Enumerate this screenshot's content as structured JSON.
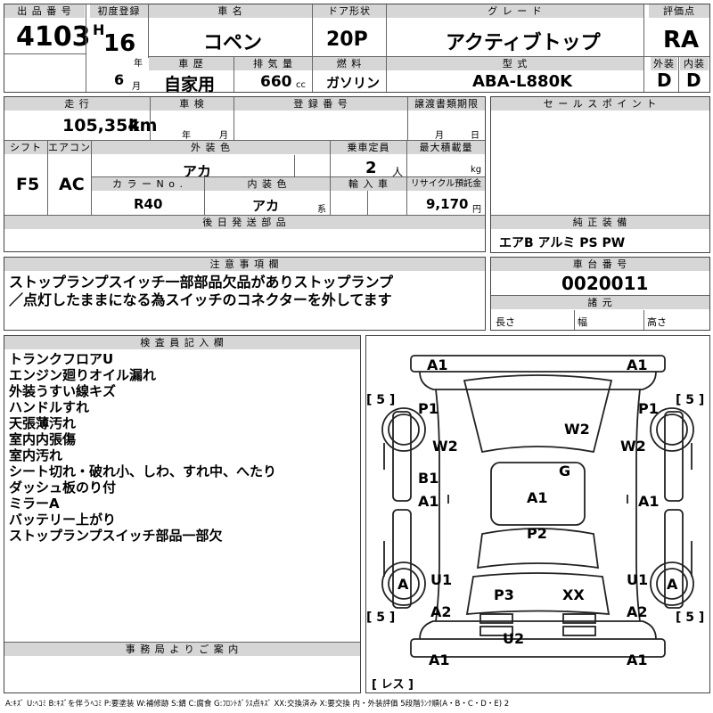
{
  "lot": {
    "header": "出 品 番 号",
    "value": "4103"
  },
  "first_reg": {
    "header": "初度登録",
    "era": "H",
    "year": "16",
    "year_unit": "年",
    "month": "6",
    "month_unit": "月"
  },
  "car_name": {
    "header": "車 名",
    "value": "コペン"
  },
  "door": {
    "header": "ドア形状",
    "value": "20P"
  },
  "grade": {
    "header": "グ レ ー ド",
    "value": "アクティブトップ"
  },
  "score": {
    "header": "評価点",
    "value": "RA"
  },
  "history": {
    "header": "車 歴",
    "value": "自家用"
  },
  "displacement": {
    "header": "排 気 量",
    "value": "660",
    "unit": "cc"
  },
  "fuel": {
    "header": "燃 料",
    "value": "ガソリン"
  },
  "model_code": {
    "header": "型 式",
    "value": "ABA-L880K"
  },
  "exterior_grade": {
    "header": "外装",
    "value": "D"
  },
  "interior_grade": {
    "header": "内装",
    "value": "D"
  },
  "mileage": {
    "header": "走 行",
    "value": "105,354",
    "unit": "km"
  },
  "inspection": {
    "header": "車 検",
    "year_unit": "年",
    "month_unit": "月"
  },
  "reg_number": {
    "header": "登 録 番 号"
  },
  "transfer_deadline": {
    "header": "譲渡書類期限",
    "month_unit": "月",
    "day_unit": "日"
  },
  "shift": {
    "header": "シフト",
    "value": "F5"
  },
  "aircon": {
    "header": "エアコン",
    "value": "AC"
  },
  "ext_color": {
    "header": "外 装 色",
    "value": "アカ"
  },
  "capacity": {
    "header": "乗車定員",
    "value": "2",
    "unit": "人"
  },
  "max_load": {
    "header": "最大積載量",
    "unit": "kg"
  },
  "color_no": {
    "header": "カ ラ ー N o .",
    "value": "R40"
  },
  "int_color": {
    "header": "内 装 色",
    "value": "アカ",
    "suffix": "系"
  },
  "import": {
    "header": "輸 入 車"
  },
  "recycle": {
    "header": "リサイクル預託金",
    "value": "9,170",
    "unit": "円"
  },
  "later_parts": {
    "header": "後 日 発 送 部 品"
  },
  "sales_point": {
    "header": "セ ー ル ス ポ イ ン ト"
  },
  "equipment": {
    "header": "純 正 装 備",
    "value": "エアB アルミ PS PW"
  },
  "caution": {
    "header": "注 意 事 項 欄",
    "lines": [
      "ストップランプスイッチ一部部品欠品がありストップランプ",
      "／点灯したままになる為スイッチのコネクターを外してます"
    ]
  },
  "chassis": {
    "header": "車 台 番 号",
    "value": "0020011"
  },
  "specs": {
    "header": "諸 元",
    "length": "長さ",
    "width": "幅",
    "height": "高さ"
  },
  "inspector": {
    "header": "検 査 員 記 入 欄",
    "lines": [
      "トランクフロアU",
      "エンジン廻りオイル漏れ",
      "外装うすい線キズ",
      "ハンドルすれ",
      "天張薄汚れ",
      "室内内張傷",
      "室内汚れ",
      "シート切れ・破れ小、しわ、すれ中、へたり",
      "ダッシュ板のり付",
      "ミラーA",
      "バッテリー上がり",
      "ストップランプスイッチ部品一部欠"
    ]
  },
  "office": {
    "header": "事 務 局 よ り ご 案 内"
  },
  "diagram": {
    "labels": [
      "A1",
      "A1",
      "P1",
      "P1",
      "W2",
      "W2",
      "W2",
      "G",
      "B1",
      "A1",
      "A1",
      "A1",
      "P2",
      "U1",
      "U1",
      "P3",
      "XX",
      "A2",
      "A2",
      "U2",
      "A1",
      "A1",
      "A",
      "A"
    ],
    "tire_tl": "[ 5 ]",
    "tire_tr": "[ 5 ]",
    "tire_bl": "[ 5 ]",
    "tire_br": "[ 5 ]",
    "spare": "[ レス ]"
  },
  "legend": "A:ｷｽﾞ U:ﾍｺﾐ B:ｷｽﾞを伴うﾍｺﾐ P:要塗装 W:補修跡 S:錆 C:腐食 G:ﾌﾛﾝﾄｶﾞﾗｽ点ｷｽﾞ XX:交換済み X:要交換 内・外装評価 5段階ﾗﾝｸ順(A・B・C・D・E) 2"
}
